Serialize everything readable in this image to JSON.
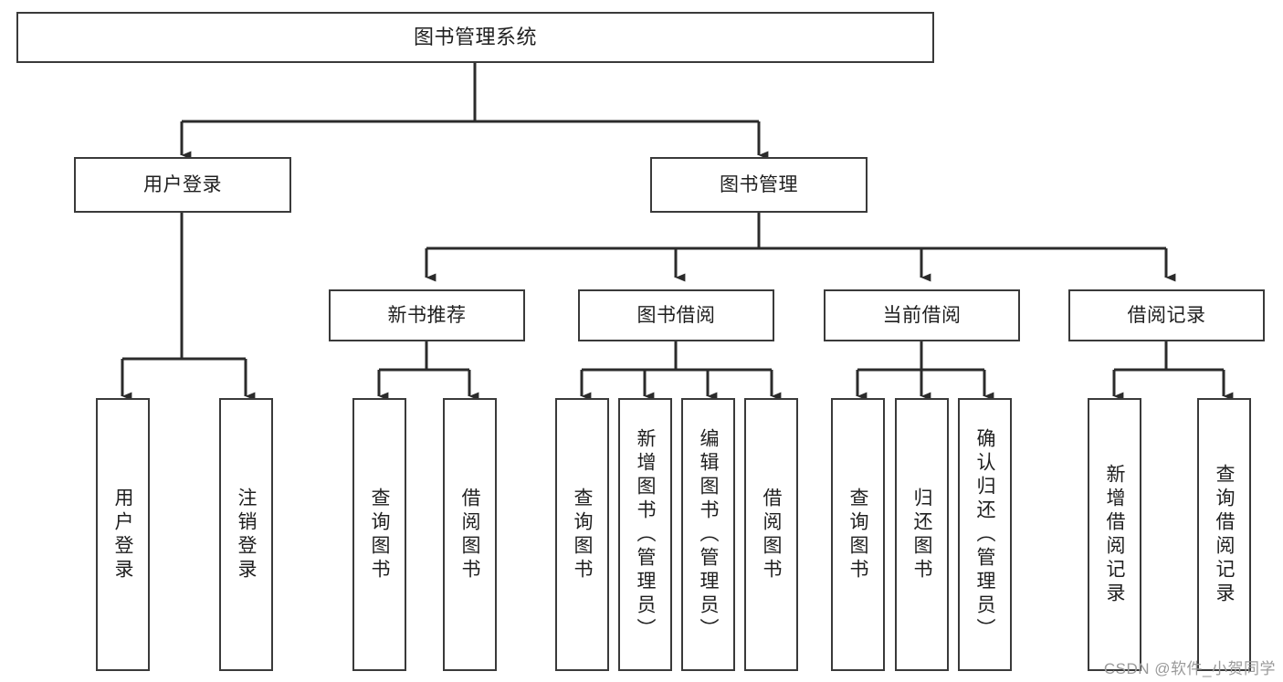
{
  "diagram": {
    "title": "图书管理系统",
    "type": "tree-hierarchy",
    "colors": {
      "box_border": "#3a3a3a",
      "box_fill": "#ffffff",
      "edge": "#2b2b2b",
      "text": "#1f1f1f",
      "watermark": "#9a9a9a"
    },
    "root": {
      "label": "图书管理系统"
    },
    "level1": [
      {
        "label": "用户登录"
      },
      {
        "label": "图书管理"
      }
    ],
    "level2": [
      {
        "label": "新书推荐"
      },
      {
        "label": "图书借阅"
      },
      {
        "label": "当前借阅"
      },
      {
        "label": "借阅记录"
      }
    ],
    "leaves": {
      "user_login": [
        {
          "label": "用户登录"
        },
        {
          "label": "注销登录"
        }
      ],
      "new_book_recommend": [
        {
          "label": "查询图书"
        },
        {
          "label": "借阅图书"
        }
      ],
      "book_borrow": [
        {
          "label": "查询图书"
        },
        {
          "label": "新增图书（管理员）"
        },
        {
          "label": "编辑图书（管理员）"
        },
        {
          "label": "借阅图书"
        }
      ],
      "current_borrow": [
        {
          "label": "查询图书"
        },
        {
          "label": "归还图书"
        },
        {
          "label": "确认归还（管理员）"
        }
      ],
      "borrow_record": [
        {
          "label": "新增借阅记录"
        },
        {
          "label": "查询借阅记录"
        }
      ]
    }
  },
  "watermark": {
    "text": "CSDN @软件_小贺同学"
  }
}
